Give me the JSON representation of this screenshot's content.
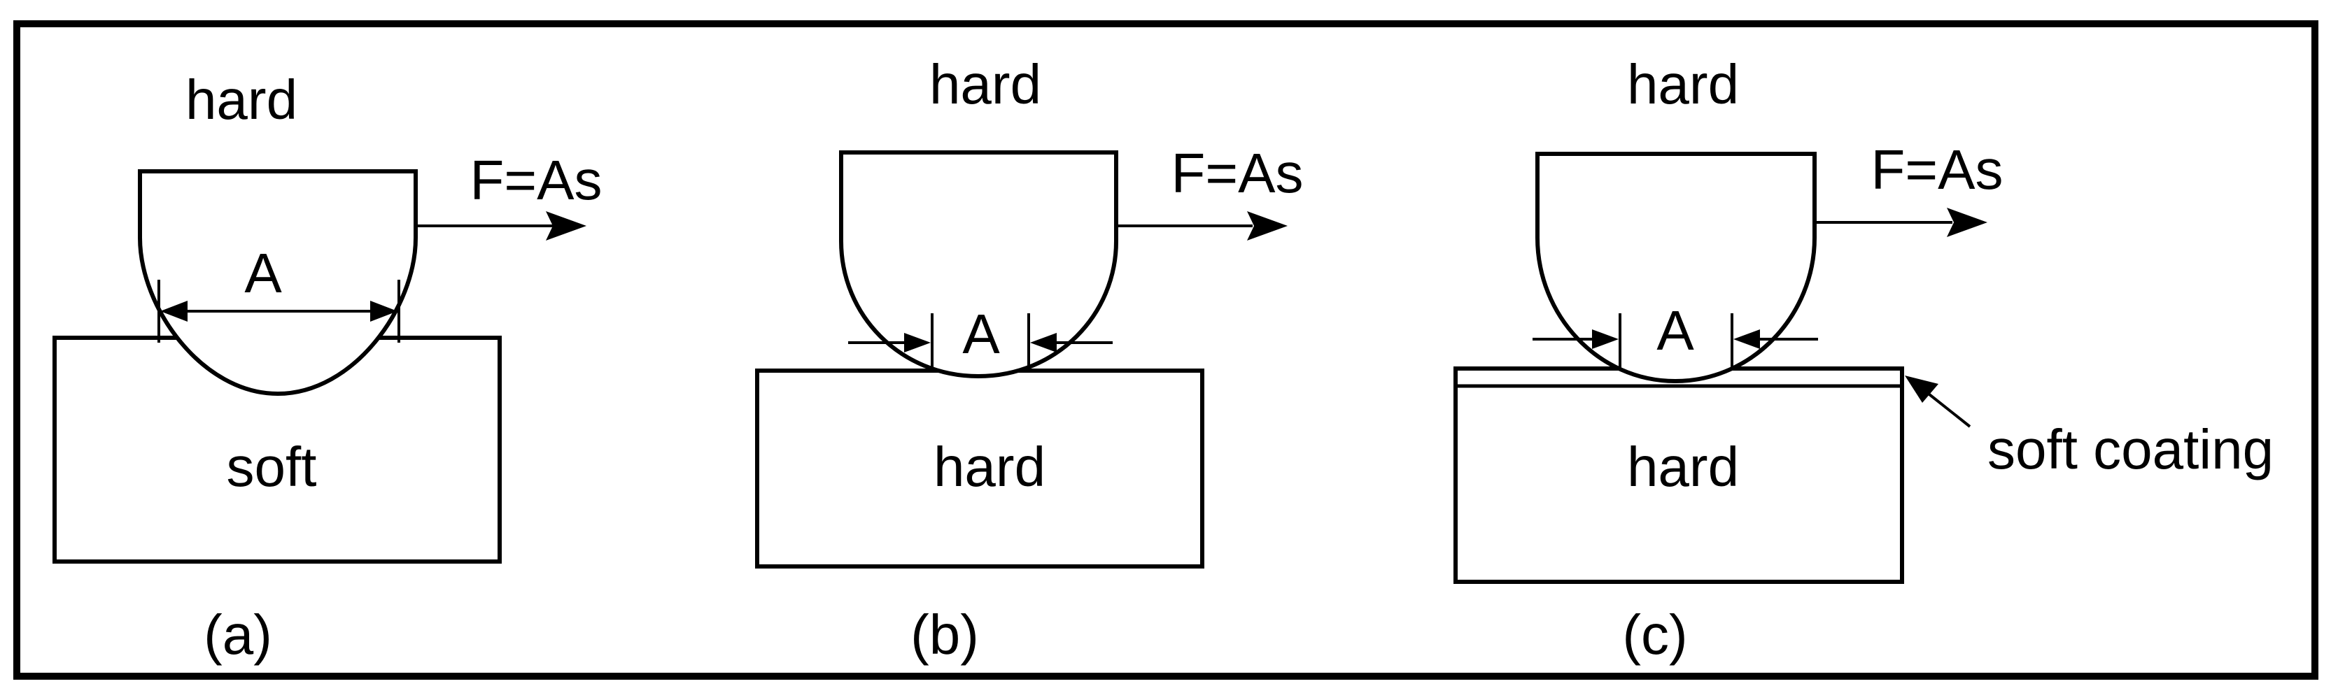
{
  "panels": [
    {
      "top_label": "hard",
      "force_label": "F=As",
      "area_label": "A",
      "bottom_label": "soft",
      "caption": "(a)",
      "coating_label": null
    },
    {
      "top_label": "hard",
      "force_label": "F=As",
      "area_label": "A",
      "bottom_label": "hard",
      "caption": "(b)",
      "coating_label": null
    },
    {
      "top_label": "hard",
      "force_label": "F=As",
      "area_label": "A",
      "bottom_label": "hard",
      "caption": "(c)",
      "coating_label": "soft coating"
    }
  ]
}
